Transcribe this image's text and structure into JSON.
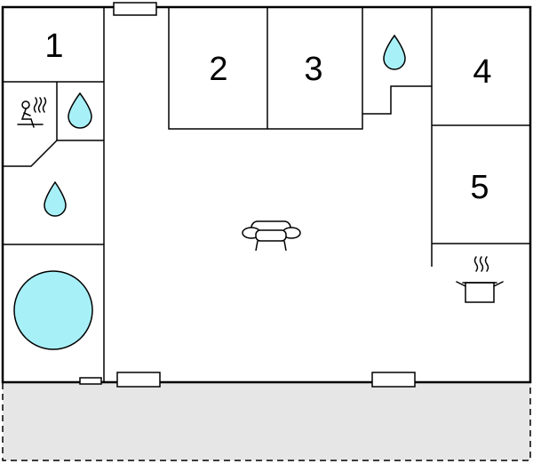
{
  "rooms": [
    {
      "id": "room-1",
      "label": "1"
    },
    {
      "id": "room-2",
      "label": "2"
    },
    {
      "id": "room-3",
      "label": "3"
    },
    {
      "id": "room-4",
      "label": "4"
    },
    {
      "id": "room-5",
      "label": "5"
    }
  ],
  "icons": {
    "water": "water-drop-icon",
    "sauna": "sauna-icon",
    "pool": "pool-icon",
    "sofa": "sofa-icon",
    "kitchen": "cooking-pot-icon"
  },
  "colors": {
    "wall": "#000000",
    "water": "#a8f0f8",
    "terrace": "#e6e6e6",
    "background": "#ffffff"
  }
}
